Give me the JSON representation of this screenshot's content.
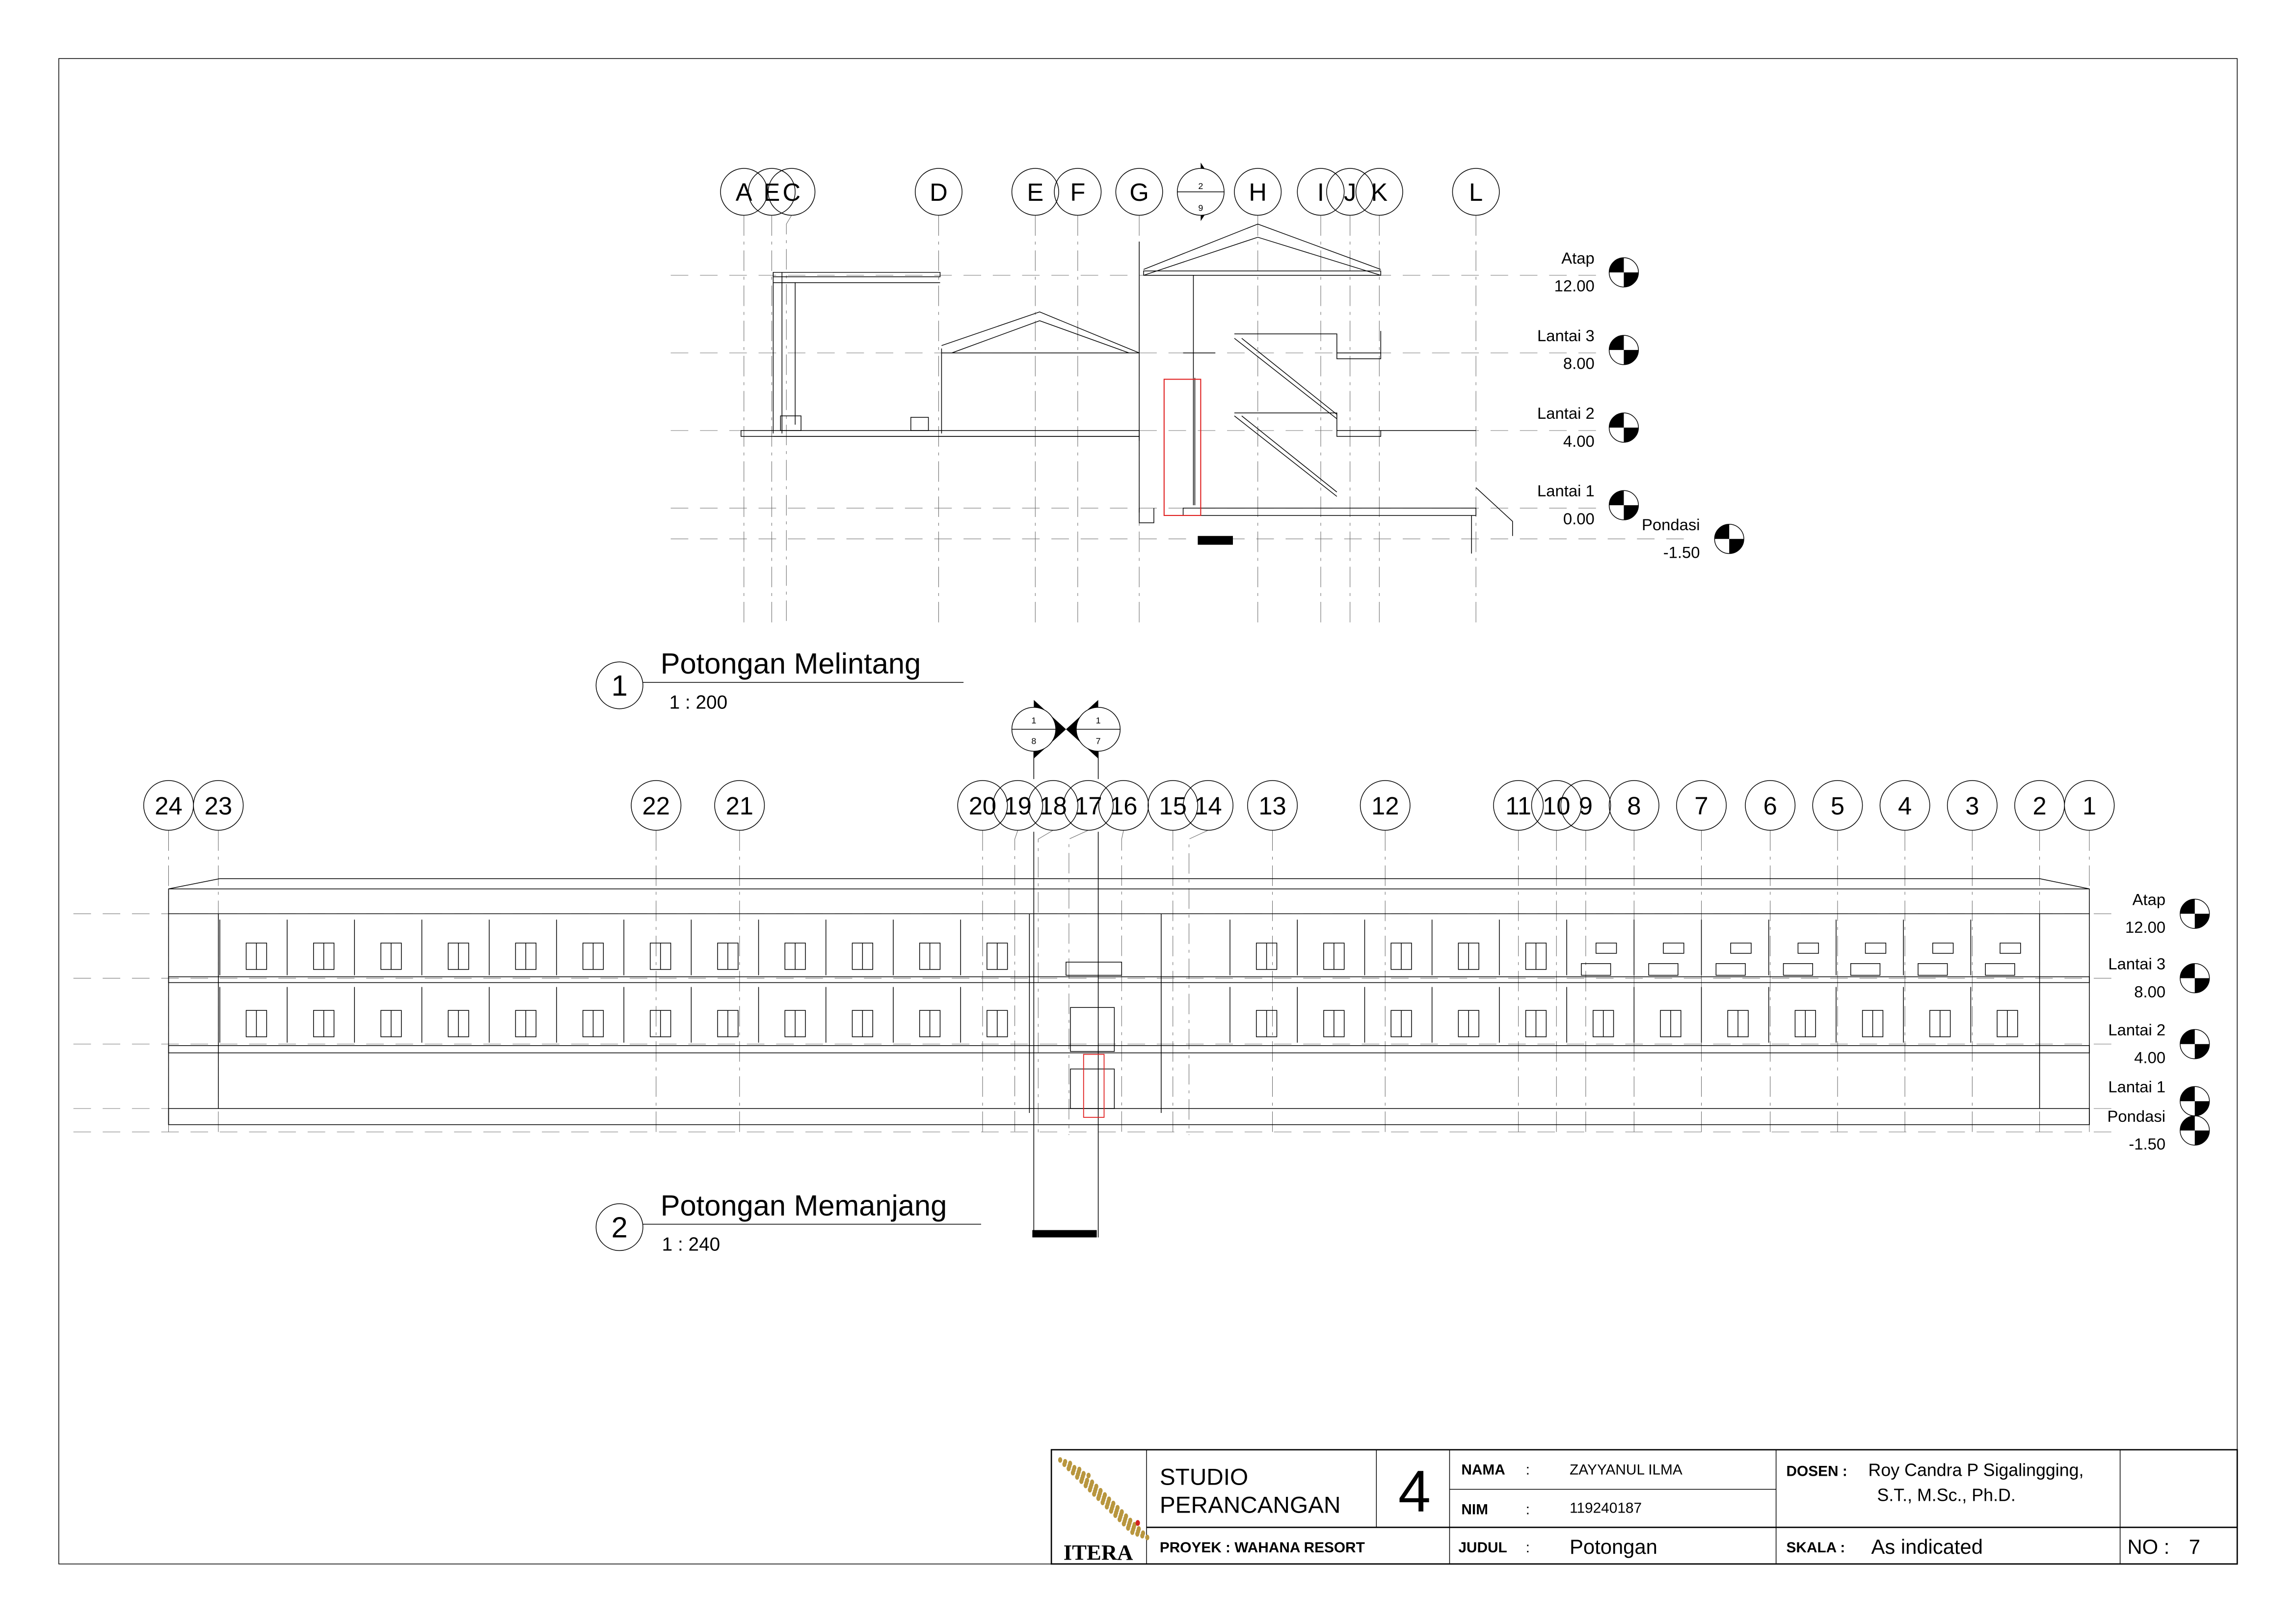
{
  "cross_section": {
    "grid_labels": [
      "A",
      "E",
      "C",
      "D",
      "E",
      "F",
      "G",
      "H",
      "I",
      "J",
      "K",
      "L"
    ],
    "section_marker": {
      "top": "2",
      "bottom": "9"
    },
    "levels": [
      {
        "name": "Atap",
        "elev": "12.00"
      },
      {
        "name": "Lantai 3",
        "elev": "8.00"
      },
      {
        "name": "Lantai 2",
        "elev": "4.00"
      },
      {
        "name": "Lantai 1",
        "elev": "0.00"
      },
      {
        "name": "Pondasi",
        "elev": "-1.50"
      }
    ],
    "view_number": "1",
    "title": "Potongan Melintang",
    "scale": "1 : 200"
  },
  "long_section": {
    "grid_labels": [
      "24",
      "23",
      "22",
      "21",
      "20",
      "19",
      "18",
      "17",
      "16",
      "15",
      "14",
      "13",
      "12",
      "11",
      "10",
      "9",
      "8",
      "7",
      "6",
      "5",
      "4",
      "3",
      "2",
      "1"
    ],
    "section_markers": [
      {
        "top": "1",
        "bottom": "8"
      },
      {
        "top": "1",
        "bottom": "7"
      }
    ],
    "levels": [
      {
        "name": "Atap",
        "elev": "12.00"
      },
      {
        "name": "Lantai 3",
        "elev": "8.00"
      },
      {
        "name": "Lantai 2",
        "elev": "4.00"
      },
      {
        "name": "Lantai 1",
        "elev": ""
      },
      {
        "name": "Pondasi",
        "elev": "-1.50"
      }
    ],
    "view_number": "2",
    "title": "Potongan Memanjang",
    "scale": "1 : 240"
  },
  "title_block": {
    "logo_text": "ITERA",
    "studio_line1": "STUDIO",
    "studio_line2": "PERANCANGAN",
    "studio_number": "4",
    "nama_label": "NAMA",
    "nama_value": "ZAYYANUL ILMA",
    "nim_label": "NIM",
    "nim_value": "119240187",
    "colon": ":",
    "dosen_label": "DOSEN :",
    "dosen_line1": "Roy Candra P Sigalingging,",
    "dosen_line2": "S.T., M.Sc., Ph.D.",
    "proyek": "PROYEK : WAHANA RESORT",
    "judul_label": "JUDUL",
    "judul_value": "Potongan",
    "skala_label": "SKALA :",
    "skala_value": "As indicated",
    "no_label": "NO :",
    "no_value": "7"
  },
  "colors": {
    "ink": "#000000",
    "logo_gold": "#b8963e",
    "logo_red": "#d42020",
    "highlight_red": "#e02020"
  }
}
